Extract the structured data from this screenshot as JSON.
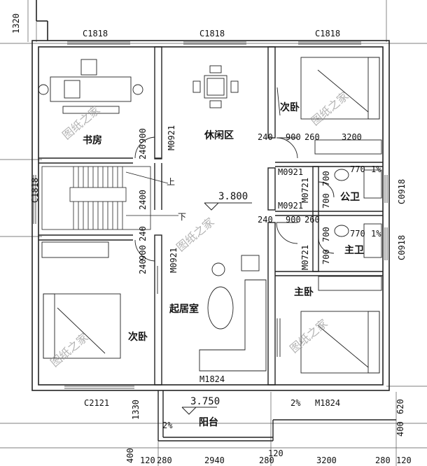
{
  "rooms": {
    "study": "书房",
    "leisure": "休闲区",
    "bedroom_ne": "次卧",
    "public_bath": "公卫",
    "master_bath": "主卫",
    "master_bed": "主卧",
    "living": "起居室",
    "bedroom_sw": "次卧",
    "balcony": "阳台"
  },
  "windows": {
    "w_top_left": "C1818",
    "w_top_mid": "C1818",
    "w_top_right": "C1818",
    "w_left": "C1818",
    "w_bottom_left": "C2121",
    "w_right_1": "C0918",
    "w_right_2": "C0918"
  },
  "doors": {
    "d_study": "M0921",
    "d_ne": "M0921",
    "d_pub": "M0921",
    "d_pub_v": "M0721",
    "d_master_v": "M0721",
    "d_sw": "M0921",
    "d_living": "M1824",
    "d_master_bottom": "M1824"
  },
  "levels": {
    "floor": "3.800",
    "balcony": "3.750",
    "slope1": "1%",
    "slope2": "1%",
    "slope3": "2%",
    "slope4": "2%"
  },
  "stairs": {
    "up": "上",
    "down": "下"
  },
  "dims": {
    "top_1320": "1320",
    "d900a": "900",
    "d240a": "240",
    "d240b": "240",
    "d900b": "900",
    "d260b": "260",
    "d3200b": "3200",
    "d240c": "240",
    "d900c": "900",
    "d260c": "260",
    "d770a": "770",
    "d770b": "770",
    "d700a": "700",
    "d700b": "700",
    "d700c": "700",
    "d700d": "700",
    "d2400": "2400",
    "d240d": "240",
    "d900e": "900",
    "d240e": "240",
    "d1330": "1330",
    "d620": "620",
    "d400r": "400",
    "b400": "400",
    "b120a": "120",
    "b280a": "280",
    "b2940": "2940",
    "b280b": "280",
    "b120b": "120",
    "b3200": "3200",
    "b280c": "280",
    "b120c": "120"
  },
  "watermark": "图纸之家"
}
